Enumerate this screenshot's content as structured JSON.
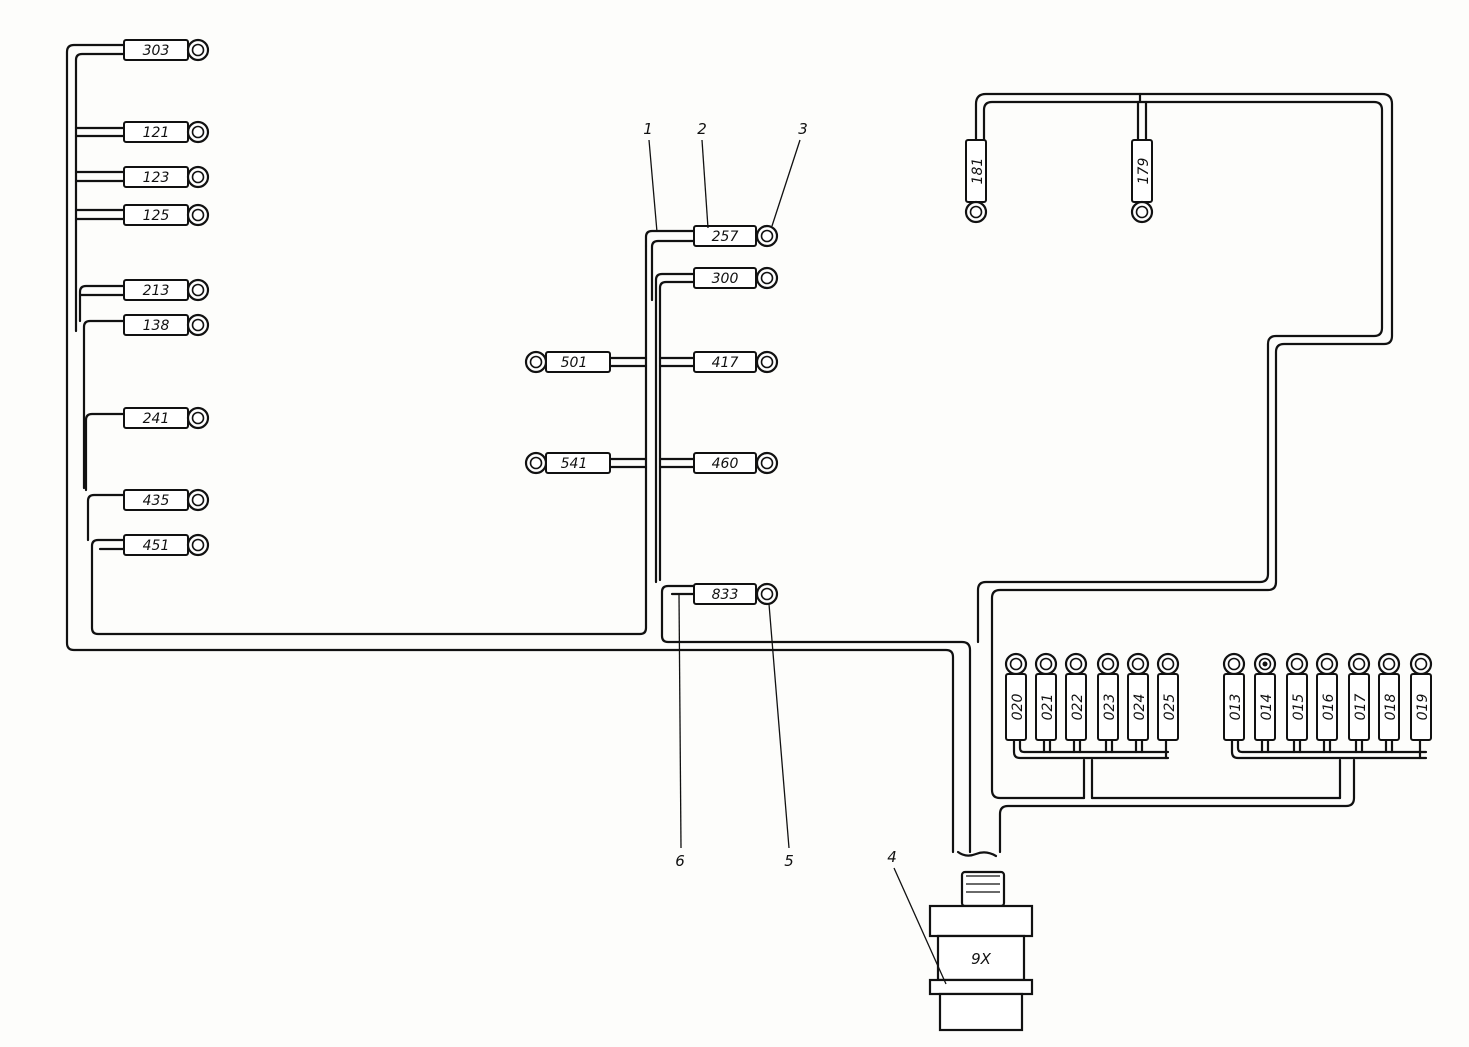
{
  "connector": {
    "label": "9X"
  },
  "callouts": {
    "c1": "1",
    "c2": "2",
    "c3": "3",
    "c4": "4",
    "c5": "5",
    "c6": "6"
  },
  "tags": {
    "left": [
      "303",
      "121",
      "123",
      "125",
      "213",
      "138",
      "241",
      "435",
      "451"
    ],
    "center_right": [
      "257",
      "300",
      "417",
      "460",
      "833"
    ],
    "center_left": [
      "501",
      "541"
    ],
    "top_right": [
      "181",
      "179"
    ],
    "bottom_group_a": [
      "020",
      "021",
      "022",
      "023",
      "024",
      "025"
    ],
    "bottom_group_b": [
      "013",
      "014",
      "015",
      "016",
      "017",
      "018",
      "019"
    ]
  }
}
